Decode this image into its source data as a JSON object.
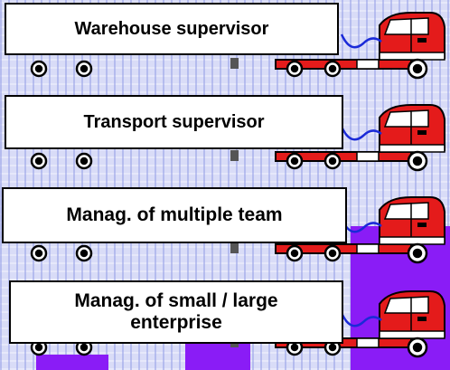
{
  "trucks": [
    {
      "label": "Warehouse supervisor"
    },
    {
      "label": "Transport supervisor"
    },
    {
      "label": "Manag. of multiple team"
    },
    {
      "label": "Manag. of small / large enterprise"
    }
  ],
  "colors": {
    "background": "#d9dcf7",
    "accent_purple": "#8a1cf6",
    "cab_red": "#e41b1b",
    "trailer_white": "#ffffff",
    "cable_blue": "#1a2ad8"
  }
}
